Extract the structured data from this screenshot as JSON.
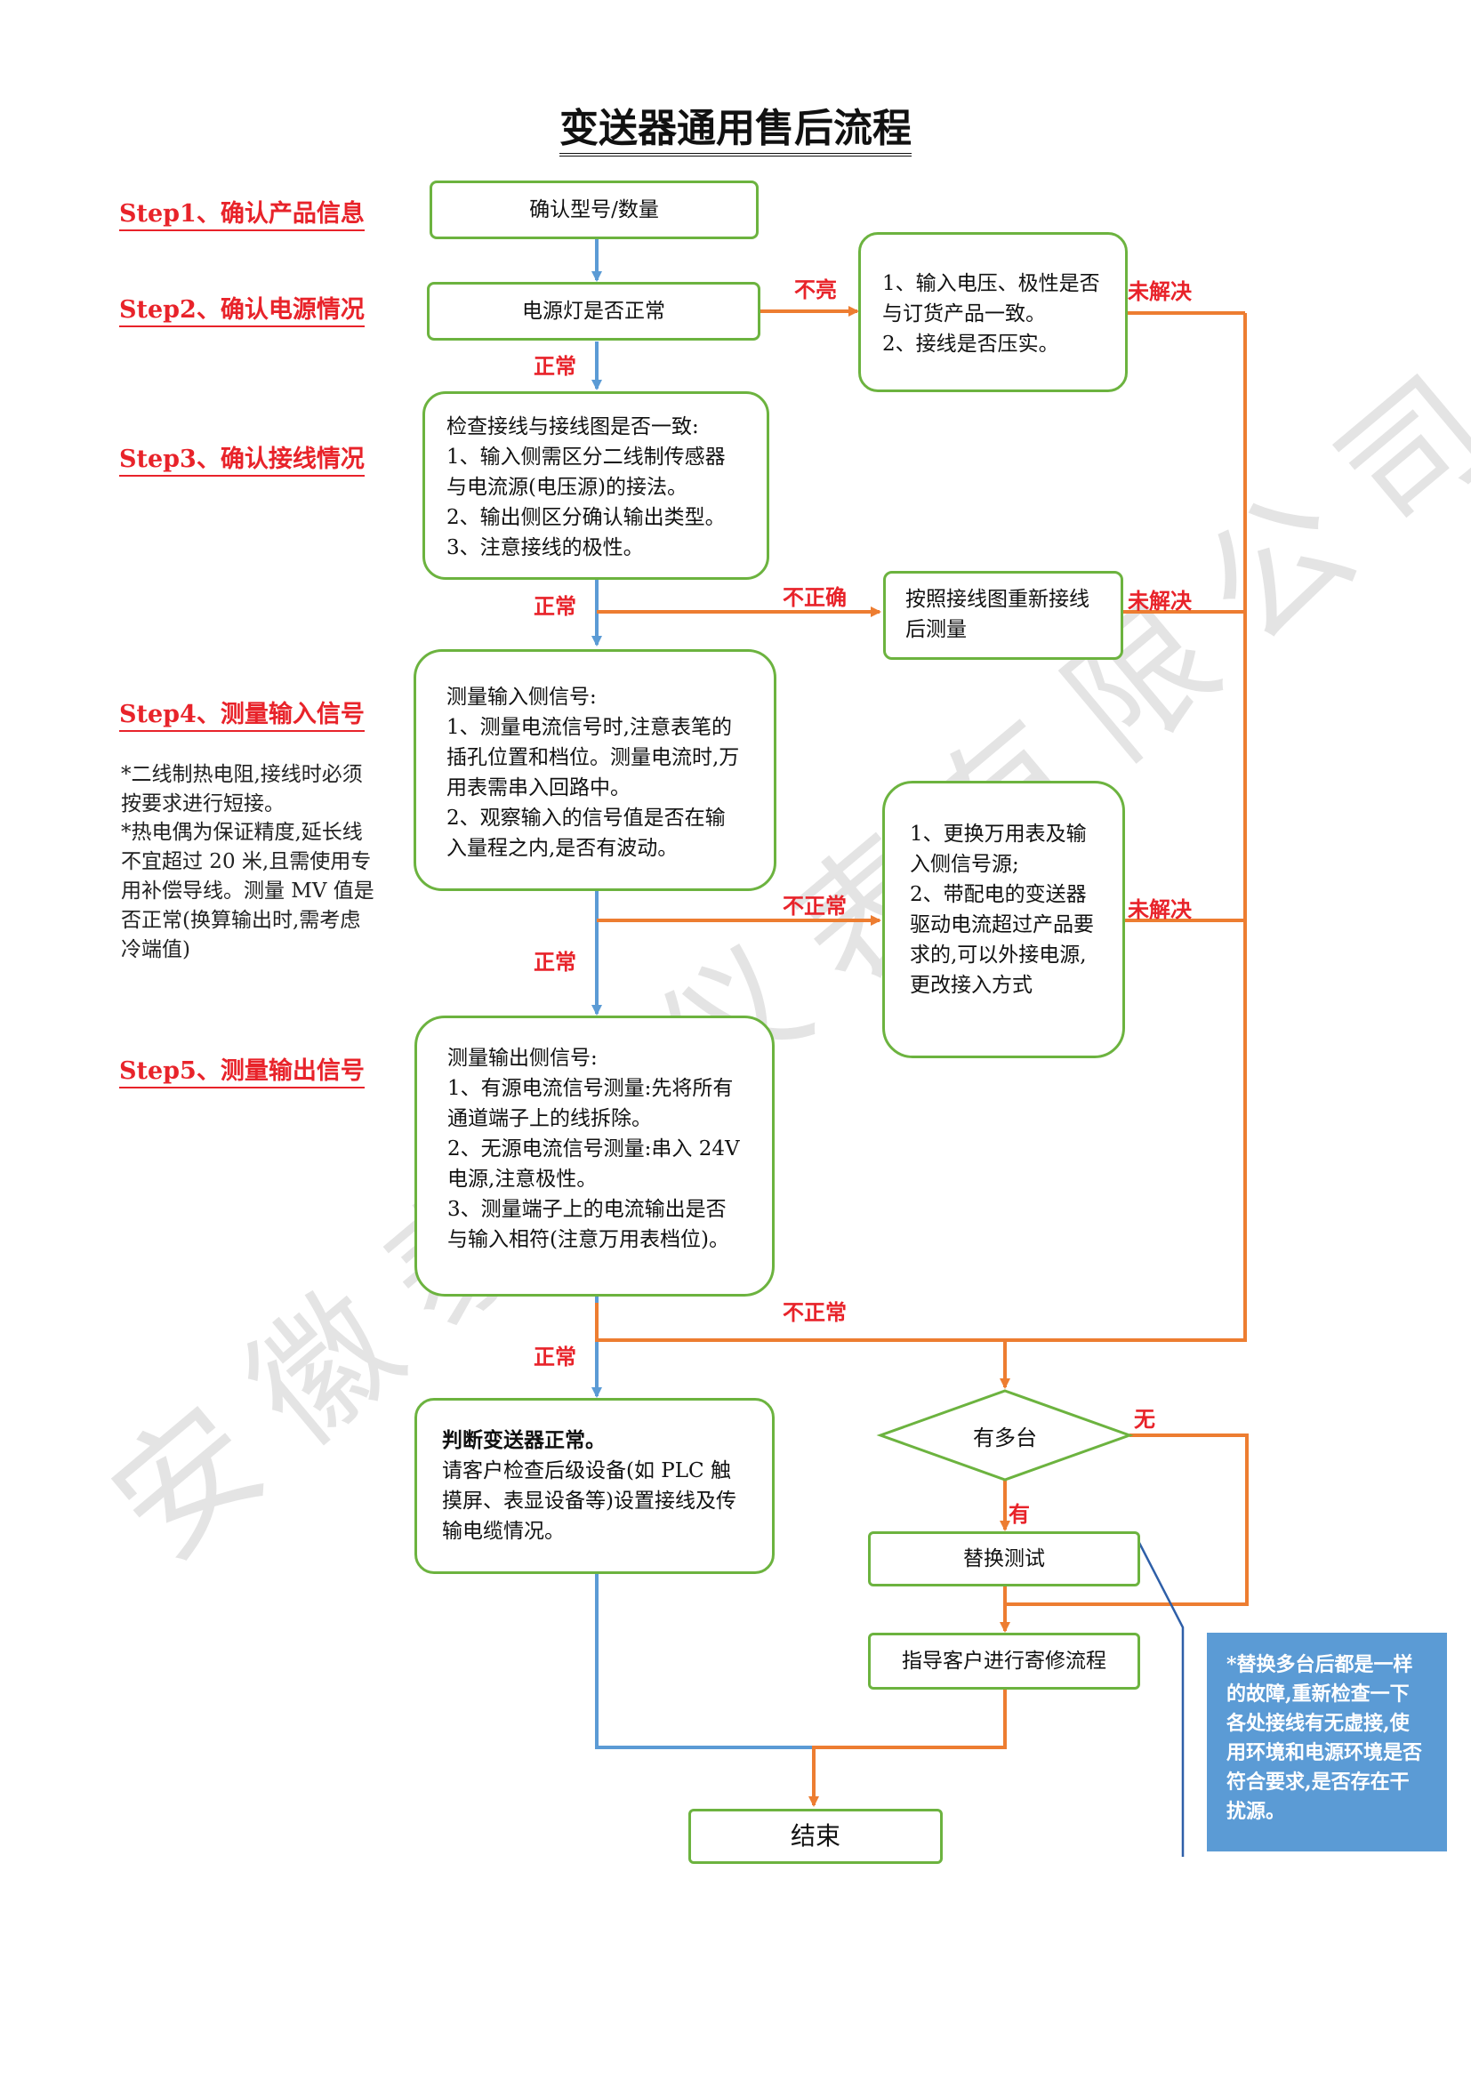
{
  "title": "变送器通用售后流程",
  "watermark": "安徽泰科仪表有限公司",
  "steps": [
    "Step1、确认产品信息",
    "Step2、确认电源情况",
    "Step3、确认接线情况",
    "Step4、测量输入信号",
    "Step5、测量输出信号"
  ],
  "notes": [
    "*二线制热电阻,接线时必须按要求进行短接。",
    "*热电偶为保证精度,延长线不宜超过 20 米,且需使用专用补偿导线。测量 MV 值是否正常(换算输出时,需考虑冷端值)"
  ],
  "boxes": {
    "confirm_model": "确认型号/数量",
    "power_light": "电源灯是否正常",
    "power_check": [
      "1、输入电压、极性是否与订货产品一致。",
      "2、接线是否压实。"
    ],
    "wiring_check": [
      "检查接线与接线图是否一致:",
      "1、输入侧需区分二线制传感器与电流源(电压源)的接法。",
      "2、输出侧区分确认输出类型。",
      "3、注意接线的极性。"
    ],
    "rewire": "按照接线图重新接线后测量",
    "input_measure": [
      "测量输入侧信号:",
      "1、测量电流信号时,注意表笔的插孔位置和档位。测量电流时,万用表需串入回路中。",
      "2、观察输入的信号值是否在输入量程之内,是否有波动。"
    ],
    "input_fix": [
      "1、更换万用表及输入侧信号源;",
      "2、带配电的变送器驱动电流超过产品要求的,可以外接电源,更改接入方式"
    ],
    "output_measure": [
      "测量输出侧信号:",
      "1、有源电流信号测量:先将所有通道端子上的线拆除。",
      "2、无源电流信号测量:串入 24V 电源,注意极性。",
      "3、测量端子上的电流输出是否与输入相符(注意万用表档位)。"
    ],
    "normal_result_bold": "判断变送器正常。",
    "normal_result": "请客户检查后级设备(如 PLC 触摸屏、表显设备等)设置接线及传输电缆情况。",
    "multiple": "有多台",
    "replace_test": "替换测试",
    "repair_flow": "指导客户进行寄修流程",
    "end": "结束"
  },
  "labels": {
    "not_lit": "不亮",
    "normal": "正常",
    "incorrect": "不正确",
    "abnormal": "不正常",
    "unresolved": "未解决",
    "none": "无",
    "yes": "有"
  },
  "blue_note": "*替换多台后都是一样的故障,重新检查一下各处接线有无虚接,使用环境和电源环境是否符合要求,是否存在干扰源。",
  "colors": {
    "step_red": "#e8232a",
    "box_green": "#6cb33f",
    "arrow_blue": "#5b9bd5",
    "arrow_orange": "#ed7d31",
    "note_blue": "#5b9bd5"
  }
}
